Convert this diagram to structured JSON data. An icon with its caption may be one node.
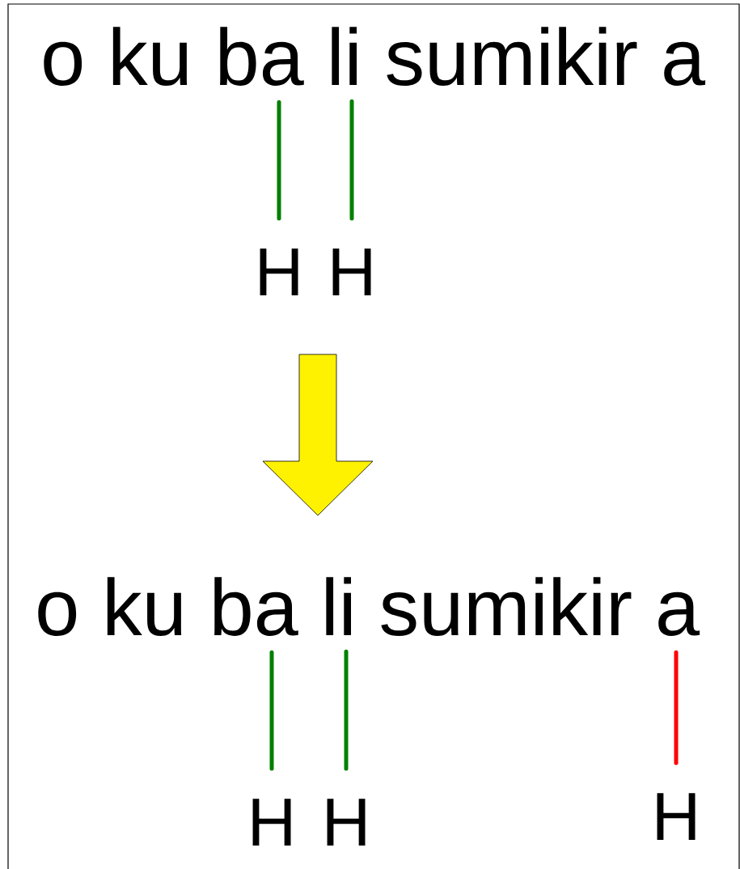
{
  "diagram": {
    "nodes": [
      {
        "text": [
          "o"
        ]
      },
      {
        "text": [
          "ku"
        ]
      },
      {
        "text": [
          "ba"
        ]
      },
      {
        "text": [
          "li"
        ]
      },
      {
        "text": [
          "sumikir"
        ]
      },
      {
        "text": [
          "a"
        ]
      },
      {
        "text": [
          "H"
        ]
      },
      {
        "text": [
          "H"
        ]
      },
      {
        "text": [
          "o"
        ]
      },
      {
        "text": [
          "ku"
        ]
      },
      {
        "text": [
          "ba"
        ]
      },
      {
        "text": [
          "li"
        ]
      },
      {
        "text": [
          "sumikir"
        ]
      },
      {
        "text": [
          "a"
        ]
      },
      {
        "text": [
          "H"
        ]
      },
      {
        "text": [
          "H"
        ]
      },
      {
        "text": [
          "H"
        ]
      }
    ],
    "edges": [
      {
        "from": 2,
        "to": 6,
        "arrow": "none"
      },
      {
        "from": 3,
        "to": 7,
        "arrow": "none"
      },
      {
        "from": 10,
        "to": 14,
        "arrow": "none"
      },
      {
        "from": 11,
        "to": 15,
        "arrow": "none"
      },
      {
        "from": 13,
        "to": 16,
        "arrow": "none",
        "color": "#ff0000"
      }
    ]
  }
}
